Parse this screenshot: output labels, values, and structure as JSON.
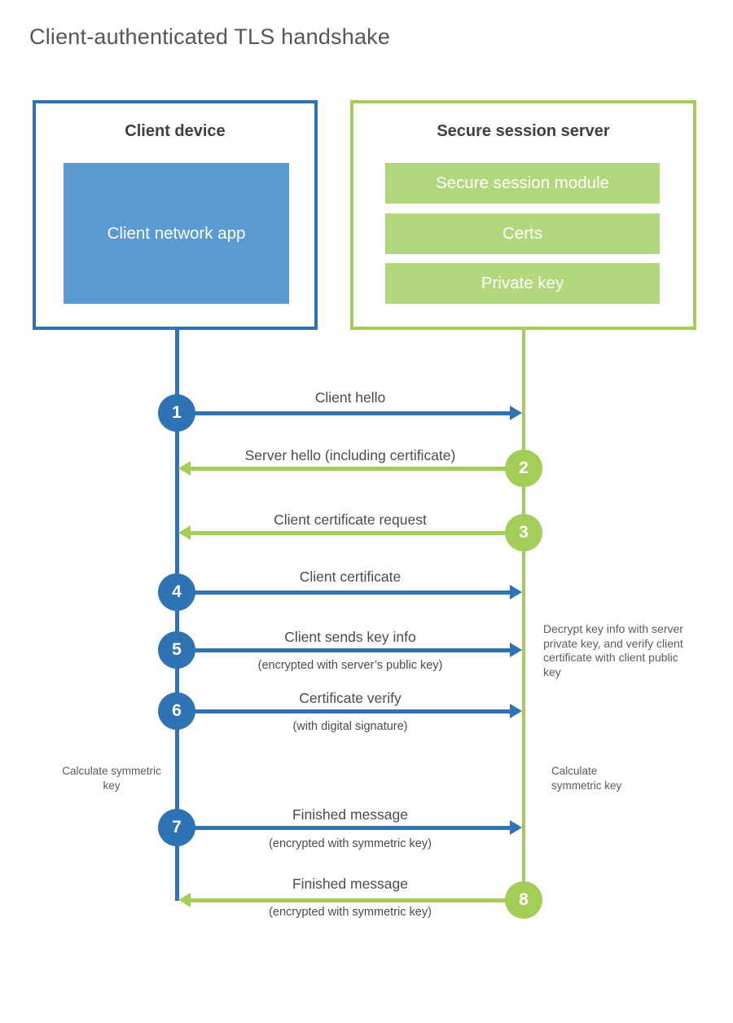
{
  "page": {
    "title": "Client-authenticated TLS handshake"
  },
  "colors": {
    "blue": "#2e74b5",
    "blue_fill": "#5b9ad3",
    "green": "#a4cd58",
    "green_fill": "#b3d77d"
  },
  "client": {
    "title": "Client device",
    "app_label": "Client network app"
  },
  "server": {
    "title": "Secure session server",
    "modules": [
      "Secure session module",
      "Certs",
      "Private key"
    ]
  },
  "messages": [
    {
      "step": "1",
      "from": "client",
      "to": "server",
      "label": "Client hello"
    },
    {
      "step": "2",
      "from": "server",
      "to": "client",
      "label": "Server hello (including certificate)"
    },
    {
      "step": "3",
      "from": "server",
      "to": "client",
      "label": "Client certificate request"
    },
    {
      "step": "4",
      "from": "client",
      "to": "server",
      "label": "Client certificate"
    },
    {
      "step": "5",
      "from": "client",
      "to": "server",
      "label": "Client sends key info",
      "sublabel": "(encrypted with server’s public key)"
    },
    {
      "step": "6",
      "from": "client",
      "to": "server",
      "label": "Certificate verify",
      "sublabel": "(with digital signature)"
    },
    {
      "step": "7",
      "from": "client",
      "to": "server",
      "label": "Finished message",
      "sublabel": "(encrypted with symmetric key)"
    },
    {
      "step": "8",
      "from": "server",
      "to": "client",
      "label": "Finished message",
      "sublabel": "(encrypted with symmetric key)"
    }
  ],
  "notes": {
    "decrypt": "Decrypt key info with server private key, and verify client certificate with client public key",
    "calc_left": "Calculate symmetric key",
    "calc_right": "Calculate symmetric key"
  }
}
